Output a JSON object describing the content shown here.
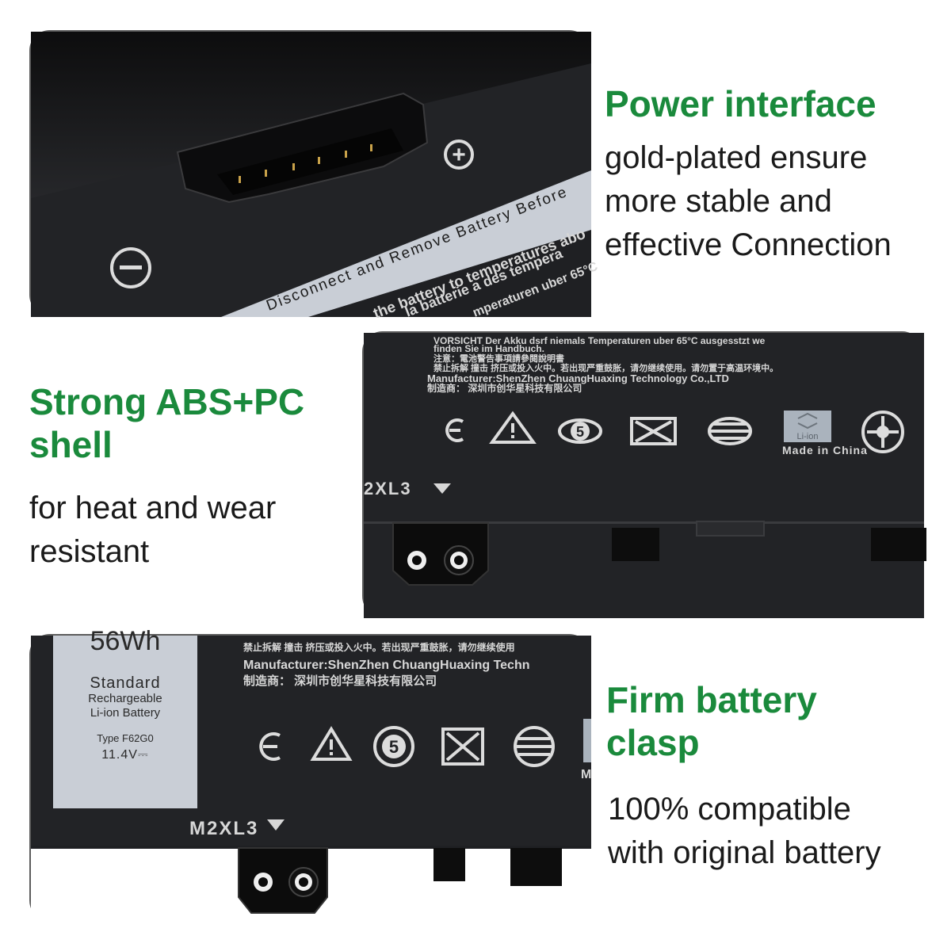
{
  "features": [
    {
      "heading": "Power interface",
      "description": [
        "gold-plated ensure",
        "more stable and",
        "effective Connection"
      ]
    },
    {
      "heading": "Strong ABS+PC shell",
      "heading_lines": [
        "Strong ABS+PC",
        "shell"
      ],
      "description": [
        "for heat and wear",
        "resistant"
      ]
    },
    {
      "heading": "Firm battery clasp",
      "heading_lines": [
        "Firm battery",
        "clasp"
      ],
      "description": [
        "100% compatible",
        "with original battery"
      ]
    }
  ],
  "panel1": {
    "warning_line1": "Disconnect and Remove Battery Before",
    "warning_line2": "the battery to temperatures abo",
    "warning_line3": "la batterie a des tempera",
    "warning_line4": "mperaturen uber 65°C",
    "plus_symbol": "+",
    "minus_symbol": "−"
  },
  "panel2": {
    "text_line1": "VORSICHT Der Akku dsrf niemals Temperaturen uber 65°C ausgesstzt we",
    "text_line2": "finden Sie im Handbuch.",
    "text_line3": "注意：電池警告事項請參閱說明書",
    "text_line4": "禁止拆解 撞击 挤压或投入火中。若出现严重鼓胀，请勿继续使用。请勿置于高温环境中。",
    "manufacturer": "Manufacturer:ShenZhen ChuangHuaxing Technology Co.,LTD",
    "manufacturer_cn": "制造商： 深圳市创华星科技有限公司",
    "liion_label": "Li-ion",
    "origin": "Made in China",
    "model_code": "2XL3",
    "five_symbol": "5"
  },
  "panel3": {
    "wattage": "56Wh",
    "label_line1": "Standard",
    "label_line2": "Rechargeable",
    "label_line3": "Li-ion Battery",
    "type": "Type F62G0",
    "voltage": "11.4V⎓",
    "text_line1": "禁止拆解 撞击 挤压或投入火中。若出现严重鼓胀，请勿继续使用",
    "manufacturer": "Manufacturer:ShenZhen ChuangHuaxing Techn",
    "manufacturer_cn": "制造商： 深圳市创华星科技有限公司",
    "model_code": "M2XL3",
    "five_symbol": "5",
    "partial_m": "M"
  },
  "colors": {
    "heading_green": "#1a8a3c",
    "battery_body": "#1f2023",
    "label_gray": "#c9ced6"
  }
}
